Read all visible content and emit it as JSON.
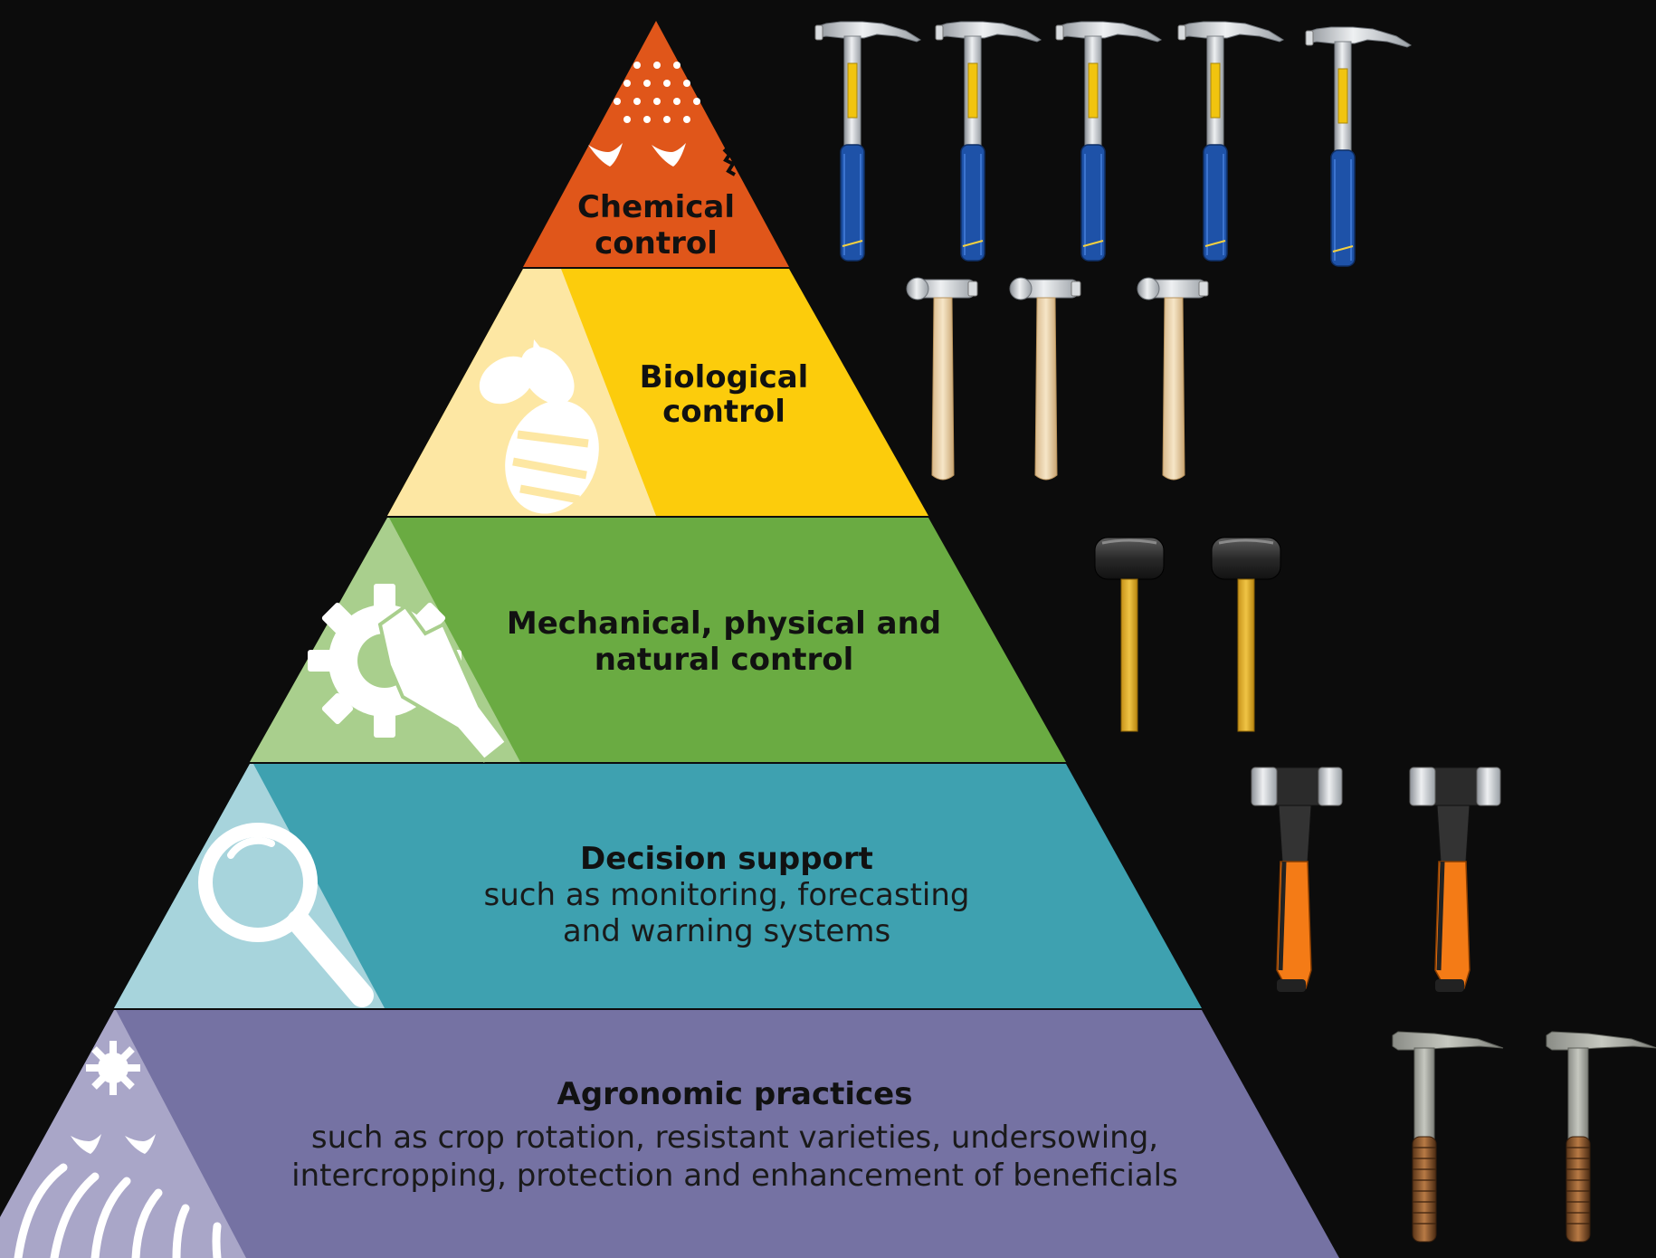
{
  "pyramid": {
    "tiers": [
      {
        "key": "chemical",
        "title_lines": [
          "Chemical",
          "control"
        ],
        "sub_lines": [],
        "color": "#e0561a",
        "accent": "#e0561a",
        "icon": "spray-icon",
        "tools": "framing-hammer",
        "tool_count": 5
      },
      {
        "key": "biological",
        "title_lines": [
          "Biological",
          "control"
        ],
        "sub_lines": [],
        "color": "#fccc0c",
        "accent": "#fde7a3",
        "icon": "bee-icon",
        "tools": "ball-peen-hammer",
        "tool_count": 3
      },
      {
        "key": "mechanical",
        "title_lines": [
          "Mechanical, physical and",
          "natural control"
        ],
        "sub_lines": [],
        "color": "#6aab42",
        "accent": "#a9cf8d",
        "icon": "gear-hand-icon",
        "tools": "rubber-mallet",
        "tool_count": 2
      },
      {
        "key": "decision",
        "title_lines": [
          "Decision support"
        ],
        "sub_lines": [
          "such as monitoring, forecasting",
          "and warning systems"
        ],
        "color": "#3ea1b0",
        "accent": "#a7d4dc",
        "icon": "magnifier-icon",
        "tools": "sledge-hammer",
        "tool_count": 2
      },
      {
        "key": "agronomic",
        "title_lines": [
          "Agronomic practices"
        ],
        "sub_lines": [
          "such as crop rotation, resistant varieties, undersowing,",
          "intercropping, protection and enhancement of beneficials"
        ],
        "color": "#7572a3",
        "accent": "#a9a6c8",
        "icon": "field-icon",
        "tools": "rock-pick-hammer",
        "tool_count": 2
      }
    ]
  }
}
